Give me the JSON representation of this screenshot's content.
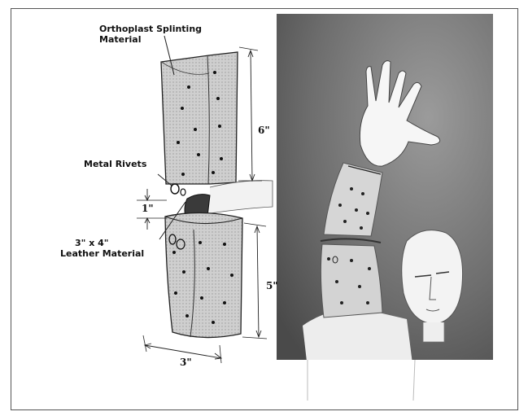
{
  "figure": {
    "labels": {
      "material_line1": "Orthoplast Splinting",
      "material_line2": "Material",
      "rivets": "Metal Rivets",
      "leather_line1": "3\" x 4\"",
      "leather_line2": "Leather Material"
    },
    "dimensions": {
      "upper_height": "6\"",
      "gap": "1\"",
      "lower_height": "5\"",
      "width": "3\""
    }
  }
}
